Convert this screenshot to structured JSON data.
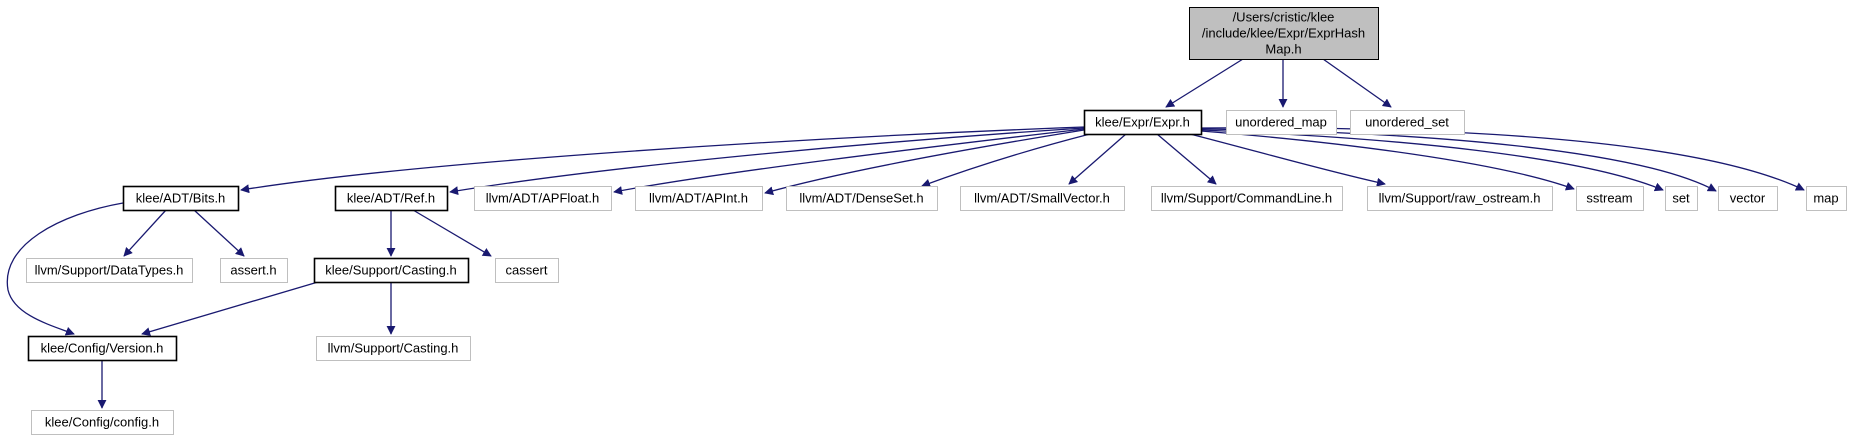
{
  "graph": {
    "nodes": [
      {
        "id": "root",
        "lines": [
          "/Users/cristic/klee",
          "/include/klee/Expr/ExprHash",
          "Map.h"
        ],
        "style": "root"
      },
      {
        "id": "expr",
        "lines": [
          "klee/Expr/Expr.h"
        ],
        "style": "local"
      },
      {
        "id": "umap",
        "lines": [
          "unordered_map"
        ],
        "style": "external"
      },
      {
        "id": "uset",
        "lines": [
          "unordered_set"
        ],
        "style": "external"
      },
      {
        "id": "bits",
        "lines": [
          "klee/ADT/Bits.h"
        ],
        "style": "local"
      },
      {
        "id": "ref",
        "lines": [
          "klee/ADT/Ref.h"
        ],
        "style": "local"
      },
      {
        "id": "apfloat",
        "lines": [
          "llvm/ADT/APFloat.h"
        ],
        "style": "external"
      },
      {
        "id": "apint",
        "lines": [
          "llvm/ADT/APInt.h"
        ],
        "style": "external"
      },
      {
        "id": "denseset",
        "lines": [
          "llvm/ADT/DenseSet.h"
        ],
        "style": "external"
      },
      {
        "id": "smallvector",
        "lines": [
          "llvm/ADT/SmallVector.h"
        ],
        "style": "external"
      },
      {
        "id": "cmdline",
        "lines": [
          "llvm/Support/CommandLine.h"
        ],
        "style": "external"
      },
      {
        "id": "rawostream",
        "lines": [
          "llvm/Support/raw_ostream.h"
        ],
        "style": "external"
      },
      {
        "id": "sstream",
        "lines": [
          "sstream"
        ],
        "style": "external"
      },
      {
        "id": "set",
        "lines": [
          "set"
        ],
        "style": "external"
      },
      {
        "id": "vector",
        "lines": [
          "vector"
        ],
        "style": "external"
      },
      {
        "id": "map",
        "lines": [
          "map"
        ],
        "style": "external"
      },
      {
        "id": "datatypes",
        "lines": [
          "llvm/Support/DataTypes.h"
        ],
        "style": "external"
      },
      {
        "id": "asserth",
        "lines": [
          "assert.h"
        ],
        "style": "external"
      },
      {
        "id": "casting",
        "lines": [
          "klee/Support/Casting.h"
        ],
        "style": "local"
      },
      {
        "id": "cassert",
        "lines": [
          "cassert"
        ],
        "style": "external"
      },
      {
        "id": "version",
        "lines": [
          "klee/Config/Version.h"
        ],
        "style": "local"
      },
      {
        "id": "llvmcasting",
        "lines": [
          "llvm/Support/Casting.h"
        ],
        "style": "external"
      },
      {
        "id": "config",
        "lines": [
          "klee/Config/config.h"
        ],
        "style": "external"
      }
    ],
    "edges": [
      [
        "root",
        "expr"
      ],
      [
        "root",
        "umap"
      ],
      [
        "root",
        "uset"
      ],
      [
        "expr",
        "bits"
      ],
      [
        "expr",
        "ref"
      ],
      [
        "expr",
        "apfloat"
      ],
      [
        "expr",
        "apint"
      ],
      [
        "expr",
        "denseset"
      ],
      [
        "expr",
        "smallvector"
      ],
      [
        "expr",
        "cmdline"
      ],
      [
        "expr",
        "rawostream"
      ],
      [
        "expr",
        "sstream"
      ],
      [
        "expr",
        "set"
      ],
      [
        "expr",
        "vector"
      ],
      [
        "expr",
        "map"
      ],
      [
        "bits",
        "version"
      ],
      [
        "bits",
        "datatypes"
      ],
      [
        "bits",
        "asserth"
      ],
      [
        "ref",
        "casting"
      ],
      [
        "ref",
        "cassert"
      ],
      [
        "casting",
        "version"
      ],
      [
        "casting",
        "llvmcasting"
      ],
      [
        "version",
        "config"
      ]
    ],
    "colors": {
      "edge": "#191970",
      "root_fill": "#bfbfbf",
      "local_border": "#000000",
      "external_border": "#bfbfbf",
      "text": "#000000"
    }
  }
}
